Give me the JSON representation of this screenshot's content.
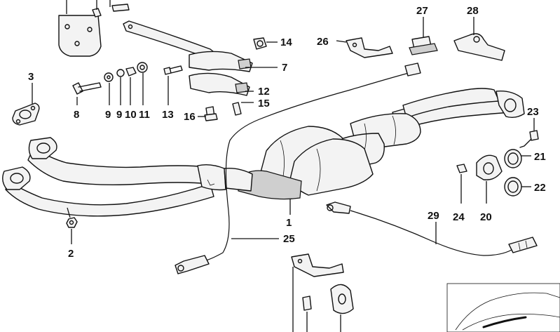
{
  "diagram": {
    "labels": [
      {
        "id": "label-1",
        "text": "1"
      },
      {
        "id": "label-2",
        "text": "2"
      },
      {
        "id": "label-3",
        "text": "3"
      },
      {
        "id": "label-7",
        "text": "7"
      },
      {
        "id": "label-8",
        "text": "8"
      },
      {
        "id": "label-9a",
        "text": "9"
      },
      {
        "id": "label-9b",
        "text": "9"
      },
      {
        "id": "label-10",
        "text": "10"
      },
      {
        "id": "label-11",
        "text": "11"
      },
      {
        "id": "label-12",
        "text": "12"
      },
      {
        "id": "label-13",
        "text": "13"
      },
      {
        "id": "label-14",
        "text": "14"
      },
      {
        "id": "label-15",
        "text": "15"
      },
      {
        "id": "label-16",
        "text": "16"
      },
      {
        "id": "label-20",
        "text": "20"
      },
      {
        "id": "label-21",
        "text": "21"
      },
      {
        "id": "label-22",
        "text": "22"
      },
      {
        "id": "label-23",
        "text": "23"
      },
      {
        "id": "label-24",
        "text": "24"
      },
      {
        "id": "label-25",
        "text": "25"
      },
      {
        "id": "label-26",
        "text": "26"
      },
      {
        "id": "label-27",
        "text": "27"
      },
      {
        "id": "label-28",
        "text": "28"
      },
      {
        "id": "label-29",
        "text": "29"
      }
    ]
  }
}
